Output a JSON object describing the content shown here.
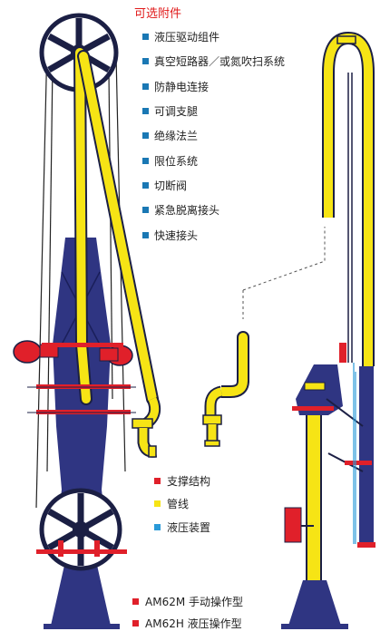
{
  "header": {
    "title": "可选附件"
  },
  "options": [
    {
      "label": "液压驱动组件"
    },
    {
      "label": "真空短路器／或氮吹扫系统"
    },
    {
      "label": "防静电连接"
    },
    {
      "label": "可调支腿"
    },
    {
      "label": "绝缘法兰"
    },
    {
      "label": "限位系统"
    },
    {
      "label": "切断阀"
    },
    {
      "label": "紧急脱离接头"
    },
    {
      "label": "快速接头"
    }
  ],
  "legend": [
    {
      "label": "支撑结构",
      "color": "#e0202a"
    },
    {
      "label": "管线",
      "color": "#f6e415"
    },
    {
      "label": "液压装置",
      "color": "#2a9ad8"
    }
  ],
  "models": [
    {
      "label": "AM62M 手动操作型",
      "color": "#e0202a"
    },
    {
      "label": "AM62H 液压操作型",
      "color": "#e0202a"
    }
  ],
  "colors": {
    "structure": "#2f3582",
    "pipe": "#f6e415",
    "support": "#e0202a",
    "bullet": "#1a78b4"
  }
}
